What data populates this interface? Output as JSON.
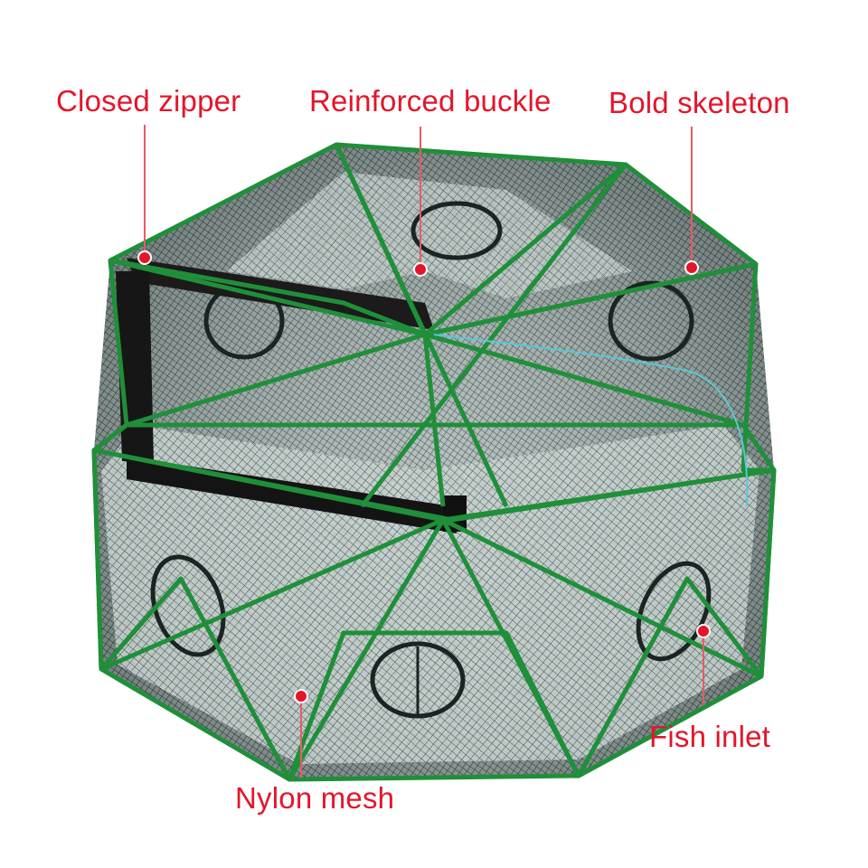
{
  "labels": {
    "closed_zipper": "Closed zipper",
    "reinforced_buckle": "Reinforced buckle",
    "bold_skeleton": "Bold skeleton",
    "fish_inlet": "Fish inlet",
    "nylon_mesh": "Nylon mesh"
  },
  "colors": {
    "label_text": "#e4152b",
    "leader_line": "#e85b66",
    "frame_green": "#1f8f3a",
    "mesh_dark": "#2d3b3a",
    "background": "#ffffff"
  }
}
